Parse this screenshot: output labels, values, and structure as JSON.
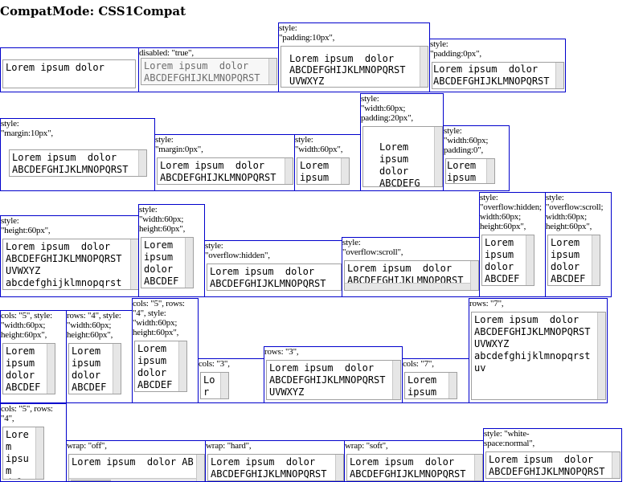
{
  "page": {
    "title": "CompatMode: CSS1Compat"
  },
  "cells": [
    {
      "id": "plain",
      "label": "",
      "text": "Lorem ipsum dolor"
    },
    {
      "id": "disabled",
      "label": "disabled: \"true\",",
      "text": "Lorem ipsum  dolor\nABCDEFGHIJKLMNOPQRST"
    },
    {
      "id": "padding10",
      "label": "style:\n\"padding:10px\",",
      "text": "Lorem ipsum  dolor\nABCDEFGHIJKLMNOPQRST\nUVWXYZ"
    },
    {
      "id": "padding0",
      "label": "style:\n\"padding:0px\",",
      "text": "Lorem ipsum  dolor\nABCDEFGHIJKLMNOPQRST"
    },
    {
      "id": "margin10",
      "label": "style:\n\"margin:10px\",",
      "text": "Lorem ipsum  dolor\nABCDEFGHIJKLMNOPQRST"
    },
    {
      "id": "margin0",
      "label": "style:\n\"margin:0px\",",
      "text": "Lorem ipsum  dolor\nABCDEFGHIJKLMNOPQRST"
    },
    {
      "id": "width60",
      "label": "style:\n\"width:60px\",",
      "text": "Lorem\nipsum"
    },
    {
      "id": "width60pad20",
      "label": "style:\n\"width:60px;\npadding:20px\",",
      "text": "Lorem\nipsum\ndolor\nABCDEFG"
    },
    {
      "id": "width60pad0",
      "label": "style:\n\"width:60px;\npadding:0\",",
      "text": "Lorem\nipsum"
    },
    {
      "id": "height60",
      "label": "style:\n\"height:60px\",",
      "text": "Lorem ipsum  dolor\nABCDEFGHIJKLMNOPQRST\nUVWXYZ\nabcdefghijklmnopqrst"
    },
    {
      "id": "w60h60",
      "label": "style:\n\"width:60px;\nheight:60px\",",
      "text": "Lorem\nipsum\ndolor\nABCDEFG"
    },
    {
      "id": "ofhidden",
      "label": "style:\n\"overflow:hidden\",",
      "text": "Lorem ipsum  dolor\nABCDEFGHIJKLMNOPQRST"
    },
    {
      "id": "ofscroll",
      "label": "style:\n\"overflow:scroll\",",
      "text": "Lorem ipsum  dolor\nABCDEFGHIJKLMNOPQRST\nUVWXYZ"
    },
    {
      "id": "ofhidden60",
      "label": "style:\n\"overflow:hidden;\nwidth:60px;\nheight:60px\",",
      "text": "Lorem\nipsum\ndolor\nABCDEFG"
    },
    {
      "id": "ofscroll60",
      "label": "style:\n\"overflow:scroll;\nwidth:60px;\nheight:60px\",",
      "text": "Lorem\nipsum\ndolor\nABCDEFG"
    },
    {
      "id": "cols5style",
      "label": "cols: \"5\", style:\n\"width:60px;\nheight:60px\",",
      "text": "Lorem\nipsum\ndolor\nABCDEFG"
    },
    {
      "id": "rows4style",
      "label": "rows: \"4\", style:\n\"width:60px;\nheight:60px\",",
      "text": "Lorem\nipsum\ndolor\nABCDEFG"
    },
    {
      "id": "cols5rows4style",
      "label": "cols: \"5\", rows:\n\"4\", style:\n\"width:60px;\nheight:60px\",",
      "text": "Lorem\nipsum\ndolor\nABCDEFG"
    },
    {
      "id": "cols3",
      "label": "cols: \"3\",",
      "text": "Lor\nem"
    },
    {
      "id": "rows3",
      "label": "rows: \"3\",",
      "text": "Lorem ipsum  dolor\nABCDEFGHIJKLMNOPQRST\nUVWXYZ"
    },
    {
      "id": "cols7",
      "label": "cols: \"7\",",
      "text": "Lorem\nipsum"
    },
    {
      "id": "rows7",
      "label": "rows: \"7\",",
      "text": "Lorem ipsum  dolor\nABCDEFGHIJKLMNOPQRST\nUVWXYZ\nabcdefghijklmnopqrst\nuv"
    },
    {
      "id": "cols5rows4",
      "label": "cols: \"5\", rows:\n\"4\",",
      "text": "Lorem\nipsum\ndolor\nABCDE"
    },
    {
      "id": "wrapoff",
      "label": "wrap: \"off\",",
      "text": "Lorem ipsum  dolor AB"
    },
    {
      "id": "wraphard",
      "label": "wrap: \"hard\",",
      "text": "Lorem ipsum  dolor\nABCDEFGHIJKLMNOPQRST"
    },
    {
      "id": "wrapsoft",
      "label": "wrap: \"soft\",",
      "text": "Lorem ipsum  dolor\nABCDEFGHIJKLMNOPQRST"
    },
    {
      "id": "wsnormal",
      "label": "style: \"white-\nspace:normal\",",
      "text": "Lorem ipsum  dolor\nABCDEFGHIJKLMNOPQRST"
    }
  ]
}
